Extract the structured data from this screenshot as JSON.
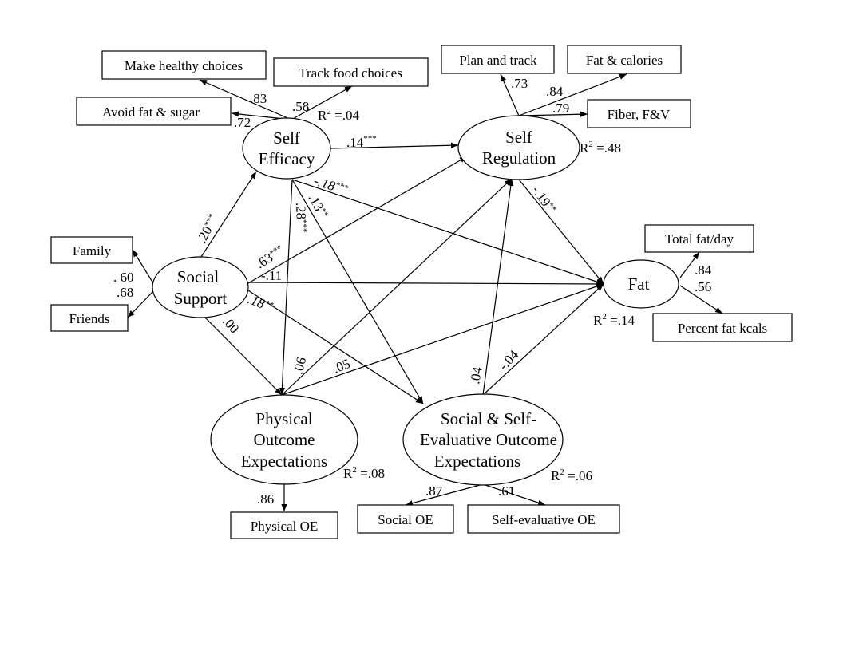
{
  "latent": {
    "self_efficacy": [
      "Self",
      "Efficacy"
    ],
    "self_regulation": [
      "Self",
      "Regulation"
    ],
    "social_support": [
      "Social",
      "Support"
    ],
    "fat": [
      "Fat"
    ],
    "physical_oe": [
      "Physical",
      "Outcome",
      "Expectations"
    ],
    "social_self_oe": [
      "Social & Self-",
      "Evaluative Outcome",
      "Expectations"
    ]
  },
  "indicators": {
    "make_healthy": "Make healthy choices",
    "track_food": "Track food choices",
    "avoid_fat": "Avoid fat & sugar",
    "plan_track": "Plan and track",
    "fat_calories": "Fat & calories",
    "fiber": "Fiber, F&V",
    "family": "Family",
    "friends": "Friends",
    "total_fat": "Total fat/day",
    "percent_fat": "Percent fat kcals",
    "physical_oe": "Physical OE",
    "social_oe": "Social OE",
    "self_eval_oe": "Self-evaluative OE"
  },
  "r_squared": {
    "self_efficacy": ".04",
    "self_regulation": ".48",
    "fat": ".14",
    "physical_oe": ".08",
    "social_self_oe": ".06"
  },
  "r_label": "R",
  "r_exp": "2",
  "loadings": {
    "make_healthy": ".83",
    "track_food": ".58",
    "avoid_fat": ".72",
    "plan_track": ".73",
    "fat_calories": ".84",
    "fiber": ".79",
    "family": ". 60",
    "friends": ".68",
    "total_fat": ".84",
    "percent_fat": ".56",
    "physical_oe": ".86",
    "social_oe": ".87",
    "self_eval_oe": ".61"
  },
  "paths": {
    "se_sr": {
      "v": ".14",
      "sig": "***"
    },
    "se_fat": {
      "v": "-.18",
      "sig": "***"
    },
    "se_ssoe": {
      "v": ".13",
      "sig": "**"
    },
    "se_poe": {
      "v": ".28",
      "sig": "***"
    },
    "ss_se": {
      "v": ".20",
      "sig": "***"
    },
    "ss_sr": {
      "v": ".63",
      "sig": "***"
    },
    "ss_fat": {
      "v": "-.11",
      "sig": ""
    },
    "ss_ssoe": {
      "v": ".18",
      "sig": "**"
    },
    "ss_poe": {
      "v": ".00",
      "sig": ""
    },
    "sr_fat": {
      "v": "-.19",
      "sig": "**"
    },
    "poe_sr": {
      "v": ".06",
      "sig": ""
    },
    "poe_fat": {
      "v": ".05",
      "sig": ""
    },
    "ssoe_sr": {
      "v": ".04",
      "sig": ""
    },
    "ssoe_fat": {
      "v": "-.04",
      "sig": ""
    }
  }
}
